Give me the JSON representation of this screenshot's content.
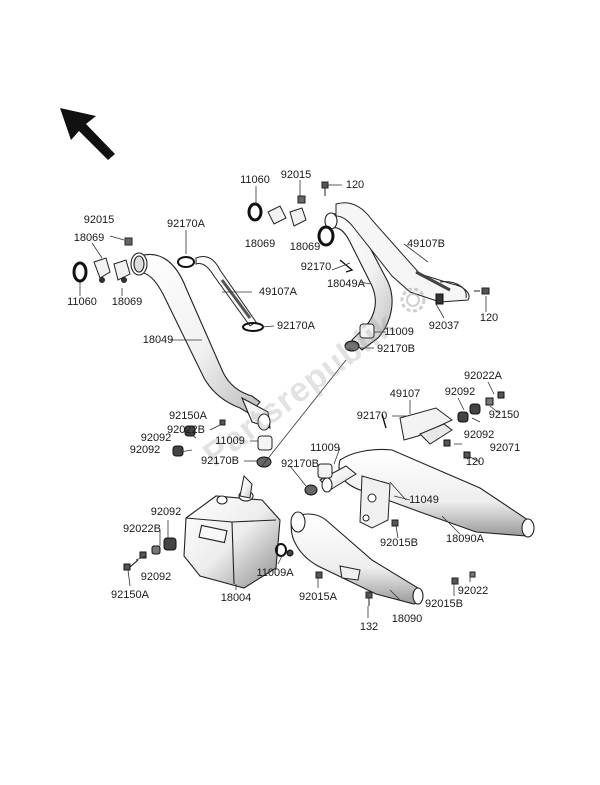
{
  "diagram": {
    "watermark_text": "Partsrepublik",
    "direction_arrow": "front-direction-arrow",
    "labels": [
      {
        "id": "l1",
        "text": "11060"
      },
      {
        "id": "l2",
        "text": "92015"
      },
      {
        "id": "l3",
        "text": "120"
      },
      {
        "id": "l4",
        "text": "92015"
      },
      {
        "id": "l5",
        "text": "92170A"
      },
      {
        "id": "l6",
        "text": "18069"
      },
      {
        "id": "l7",
        "text": "18069"
      },
      {
        "id": "l8",
        "text": "18069"
      },
      {
        "id": "l9",
        "text": "49107B"
      },
      {
        "id": "l10",
        "text": "49107A"
      },
      {
        "id": "l11",
        "text": "92170"
      },
      {
        "id": "l12",
        "text": "18049A"
      },
      {
        "id": "l13",
        "text": "11060"
      },
      {
        "id": "l14",
        "text": "18069"
      },
      {
        "id": "l15",
        "text": "92037"
      },
      {
        "id": "l16",
        "text": "120"
      },
      {
        "id": "l17",
        "text": "92170A"
      },
      {
        "id": "l18",
        "text": "11009"
      },
      {
        "id": "l19",
        "text": "18049"
      },
      {
        "id": "l20",
        "text": "92170B"
      },
      {
        "id": "l21",
        "text": "92022A"
      },
      {
        "id": "l22",
        "text": "49107"
      },
      {
        "id": "l23",
        "text": "92092"
      },
      {
        "id": "l24",
        "text": "92150A"
      },
      {
        "id": "l25",
        "text": "92170"
      },
      {
        "id": "l26",
        "text": "92150"
      },
      {
        "id": "l27",
        "text": "92022B"
      },
      {
        "id": "l28",
        "text": "92092"
      },
      {
        "id": "l29",
        "text": "92092"
      },
      {
        "id": "l30",
        "text": "11009"
      },
      {
        "id": "l31",
        "text": "92071"
      },
      {
        "id": "l32",
        "text": "92092"
      },
      {
        "id": "l33",
        "text": "11009"
      },
      {
        "id": "l34",
        "text": "120"
      },
      {
        "id": "l35",
        "text": "92170B"
      },
      {
        "id": "l36",
        "text": "92170B"
      },
      {
        "id": "l37",
        "text": "11049"
      },
      {
        "id": "l38",
        "text": "92092"
      },
      {
        "id": "l39",
        "text": "92015B"
      },
      {
        "id": "l40",
        "text": "18090A"
      },
      {
        "id": "l41",
        "text": "92022B"
      },
      {
        "id": "l42",
        "text": "92092"
      },
      {
        "id": "l43",
        "text": "11009A"
      },
      {
        "id": "l44",
        "text": "92150A"
      },
      {
        "id": "l45",
        "text": "18004"
      },
      {
        "id": "l46",
        "text": "92015A"
      },
      {
        "id": "l47",
        "text": "92022"
      },
      {
        "id": "l48",
        "text": "92015B"
      },
      {
        "id": "l49",
        "text": "18090"
      },
      {
        "id": "l50",
        "text": "132"
      }
    ]
  }
}
